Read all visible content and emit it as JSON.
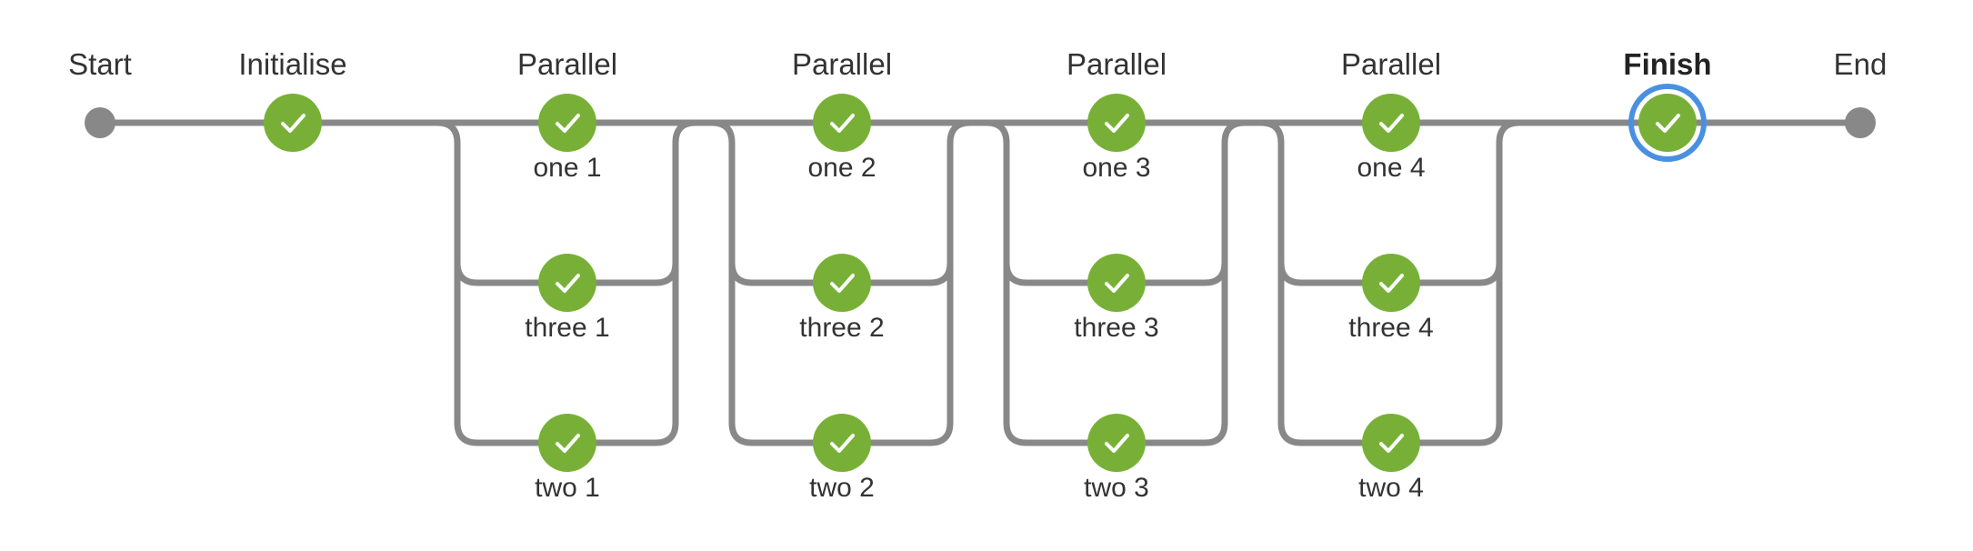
{
  "pipeline": {
    "start_label": "Start",
    "end_label": "End",
    "initialise": {
      "title": "Initialise",
      "status": "success"
    },
    "parallel_stages": [
      {
        "title": "Parallel",
        "branches": [
          {
            "label": "one 1",
            "status": "success"
          },
          {
            "label": "three 1",
            "status": "success"
          },
          {
            "label": "two 1",
            "status": "success"
          }
        ]
      },
      {
        "title": "Parallel",
        "branches": [
          {
            "label": "one 2",
            "status": "success"
          },
          {
            "label": "three 2",
            "status": "success"
          },
          {
            "label": "two 2",
            "status": "success"
          }
        ]
      },
      {
        "title": "Parallel",
        "branches": [
          {
            "label": "one 3",
            "status": "success"
          },
          {
            "label": "three 3",
            "status": "success"
          },
          {
            "label": "two 3",
            "status": "success"
          }
        ]
      },
      {
        "title": "Parallel",
        "branches": [
          {
            "label": "one 4",
            "status": "success"
          },
          {
            "label": "three 4",
            "status": "success"
          },
          {
            "label": "two 4",
            "status": "success"
          }
        ]
      }
    ],
    "finish": {
      "title": "Finish",
      "status": "success",
      "selected": true
    },
    "colors": {
      "success": "#78b037",
      "connector": "#888888",
      "selection": "#4a90e2",
      "text": "#333333"
    },
    "icons": {
      "success": "checkmark-icon"
    }
  }
}
